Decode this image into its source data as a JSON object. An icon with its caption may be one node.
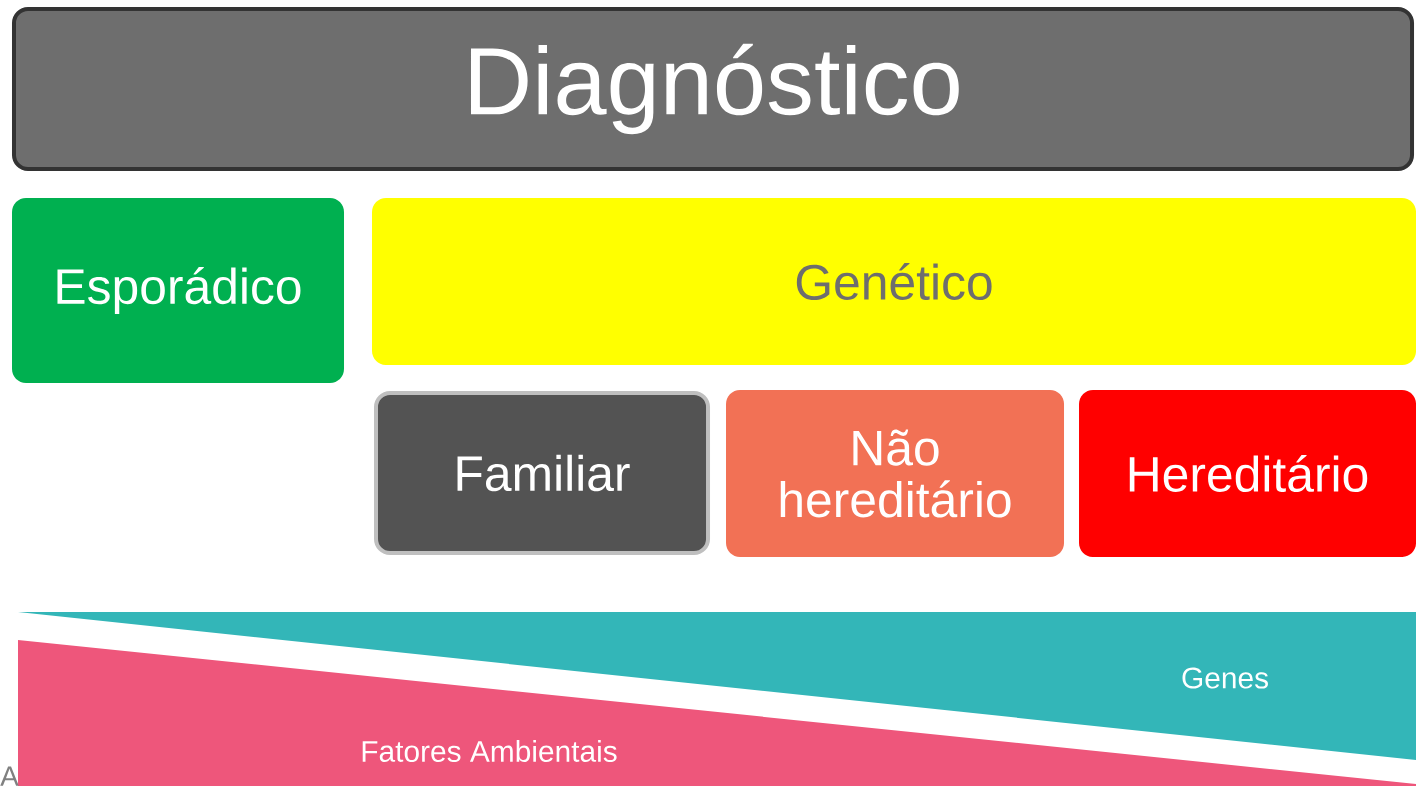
{
  "diagram": {
    "nodes": [
      {
        "text": [
          "Diagnóstico"
        ]
      },
      {
        "text": [
          "Esporádico"
        ]
      },
      {
        "text": [
          "Genético"
        ]
      },
      {
        "text": [
          "Familiar"
        ]
      },
      {
        "text": [
          "Não hereditário"
        ]
      },
      {
        "text": [
          "Hereditário"
        ]
      },
      {
        "text": [
          "Genes"
        ]
      },
      {
        "text": [
          "Fatores Ambientais"
        ]
      }
    ],
    "labels": [
      "A"
    ]
  }
}
